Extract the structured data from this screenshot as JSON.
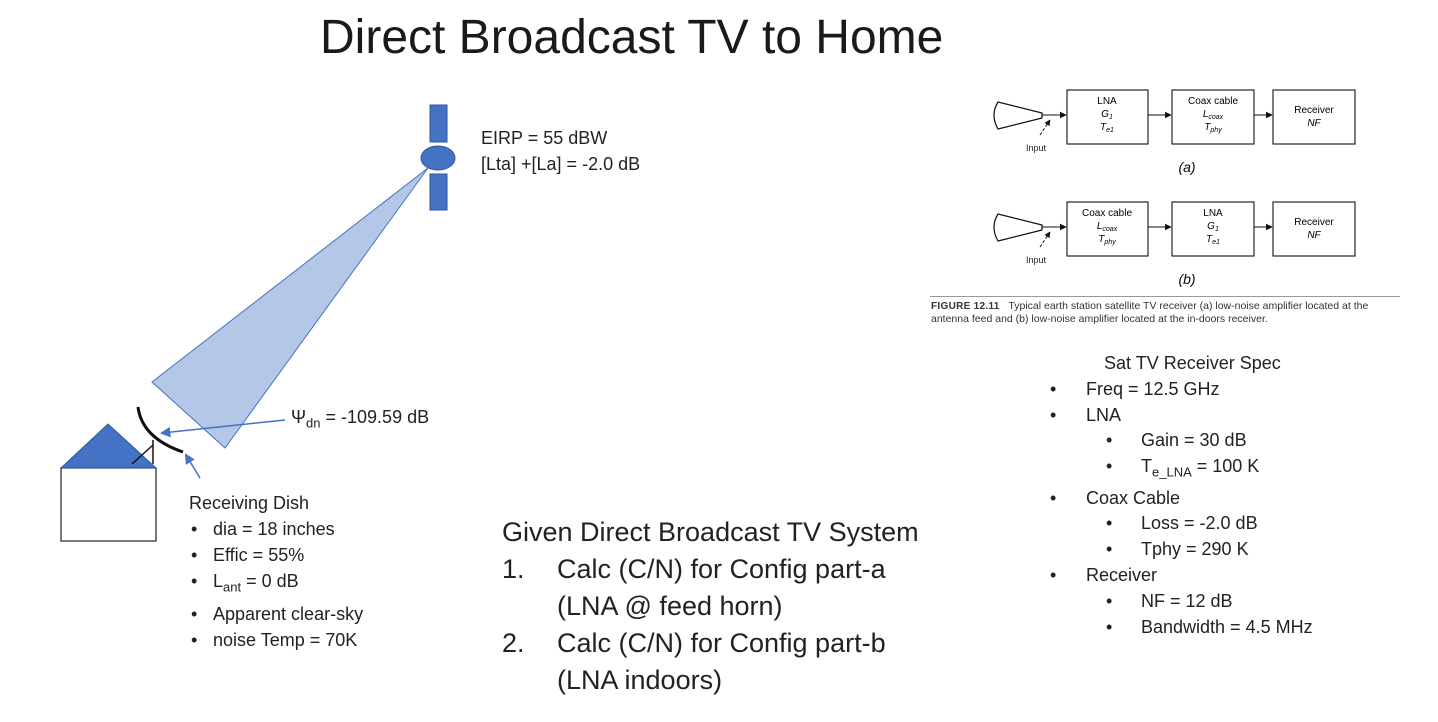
{
  "title": "Direct Broadcast TV to Home",
  "satellite": {
    "eirp": "EIRP = 55 dBW",
    "losses": "[Lta] +[La] = -2.0 dB"
  },
  "path_loss": {
    "symbol": "Ψ",
    "subscript": "dn",
    "value": " = -109.59 dB"
  },
  "dish": {
    "heading": "Receiving Dish",
    "items": [
      {
        "text": "dia  = 18 inches"
      },
      {
        "text": "Effic = 55%"
      },
      {
        "prefix": "L",
        "sub": "ant",
        "suffix": " = 0 dB"
      },
      {
        "text": "Apparent clear-sky"
      },
      {
        "text": "noise Temp = 70K"
      }
    ]
  },
  "given": {
    "heading": "Given Direct Broadcast TV System",
    "items": [
      {
        "num": "1.",
        "line1": "Calc (C/N) for Config part-a",
        "line2": "(LNA @ feed horn)"
      },
      {
        "num": "2.",
        "line1": "Calc (C/N) for Config part-b",
        "line2": "(LNA indoors)"
      }
    ]
  },
  "figure": {
    "a": {
      "blocks": [
        {
          "label": "LNA",
          "l2": "G",
          "l2sub": "1",
          "l3": "T",
          "l3sub": "e1"
        },
        {
          "label": "Coax cable",
          "l2": "L",
          "l2sub": "coax",
          "l3": "T",
          "l3sub": "phy"
        },
        {
          "label": "Receiver",
          "l2": "NF"
        }
      ],
      "input_label": "Input",
      "caption": "(a)"
    },
    "b": {
      "blocks": [
        {
          "label": "Coax cable",
          "l2": "L",
          "l2sub": "coax",
          "l3": "T",
          "l3sub": "phy"
        },
        {
          "label": "LNA",
          "l2": "G",
          "l2sub": "1",
          "l3": "T",
          "l3sub": "e1"
        },
        {
          "label": "Receiver",
          "l2": "NF"
        }
      ],
      "input_label": "Input",
      "caption": "(b)"
    },
    "caption_label": "FIGURE 12.11",
    "caption_line1": "Typical earth station satellite TV receiver (a) low-noise amplifier located at the",
    "caption_line2": "antenna feed and (b) low-noise amplifier located at the in-doors receiver."
  },
  "spec": {
    "heading": "Sat TV Receiver Spec",
    "freq": "Freq = 12.5 GHz",
    "lna": "LNA",
    "lna_gain": "Gain = 30 dB",
    "lna_te_prefix": "T",
    "lna_te_sub": "e_LNA",
    "lna_te_suffix": " = 100 K",
    "coax": "Coax Cable",
    "coax_loss": "Loss = -2.0 dB",
    "coax_tphy": "Tphy = 290 K",
    "receiver": "Receiver",
    "rx_nf": "NF = 12 dB",
    "rx_bw": "Bandwidth = 4.5 MHz"
  },
  "colors": {
    "satellite": "#4472c4",
    "beam": "#b4c7e7",
    "arrow": "#4472c4"
  }
}
